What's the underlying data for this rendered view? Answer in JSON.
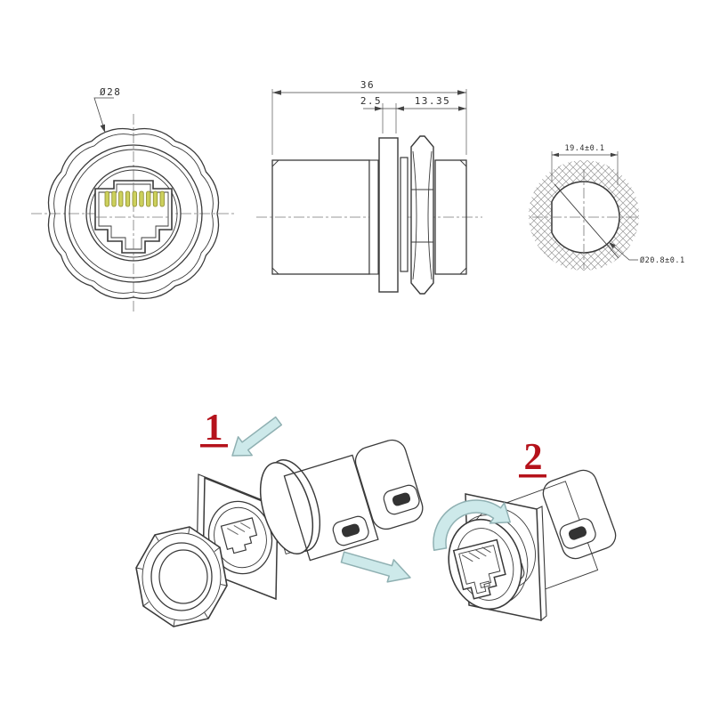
{
  "page": {
    "background": "#ffffff"
  },
  "colors": {
    "line": "#3a3a3a",
    "centerline": "#777777",
    "hatch": "#9a9a9a",
    "pin_fill": "#ccd05c",
    "pin_stroke": "#8a8a2e",
    "step_number_red": "#b5121b",
    "arrow_fill": "#cde9ea",
    "arrow_stroke": "#8fb0b2"
  },
  "views": {
    "front": {
      "diameter_label": "Ø28"
    },
    "side": {
      "total_length": "36",
      "flange_thickness": "2.5",
      "nut_section_length": "13.35"
    },
    "cutout": {
      "flat_width": "19.4±0.1",
      "hole_diameter": "Ø20.8±0.1"
    }
  },
  "steps": {
    "step1": {
      "number": "1"
    },
    "step2": {
      "number": "2"
    }
  }
}
